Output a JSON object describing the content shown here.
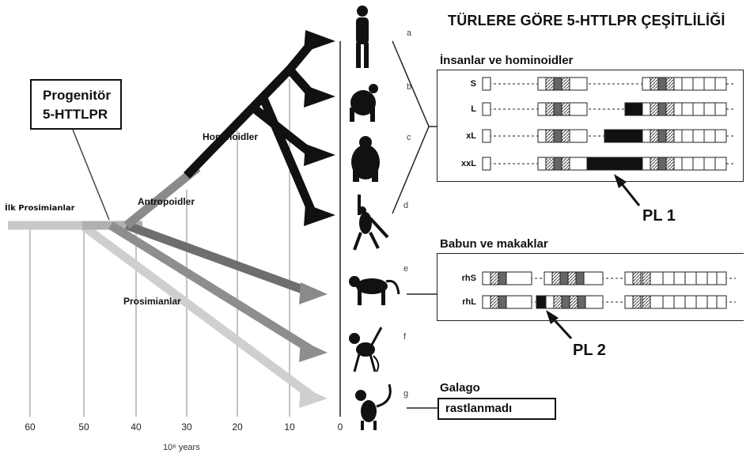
{
  "title": "TÜRLERE GÖRE 5-HTTLPR ÇEŞİTLİLİĞİ",
  "progenitor": {
    "line1": "Progenitör",
    "line2": "5-HTTLPR"
  },
  "clades": {
    "first_prosimians": "İlk Prosimianlar",
    "hominoids": "Hominoidler",
    "anthropoids": "Antropoidler",
    "prosimians": "Prosimianlar"
  },
  "time_axis": {
    "ticks": [
      "60",
      "50",
      "40",
      "30",
      "20",
      "10",
      "0"
    ],
    "label": "10⁶ years"
  },
  "species_labels": [
    "a",
    "b",
    "c",
    "d",
    "e",
    "f",
    "g"
  ],
  "groups": {
    "hominoids": {
      "title": "İnsanlar ve hominoidler",
      "alleles": [
        "S",
        "L",
        "xL",
        "xxL"
      ],
      "pointer": "PL 1"
    },
    "baboons": {
      "title": "Babun ve makaklar",
      "alleles": [
        "rhS",
        "rhL"
      ],
      "pointer": "PL 2"
    },
    "galago": {
      "title": "Galago",
      "note": "rastlanmadı"
    }
  },
  "colors": {
    "hominoid_branch": "#111111",
    "anthropoid_branch": "#555555",
    "prosimian_branch": "#888888",
    "early_branch": "#bdbdbd",
    "box_dark": "#111111",
    "box_mid": "#666666",
    "box_hatch": "#999999"
  }
}
